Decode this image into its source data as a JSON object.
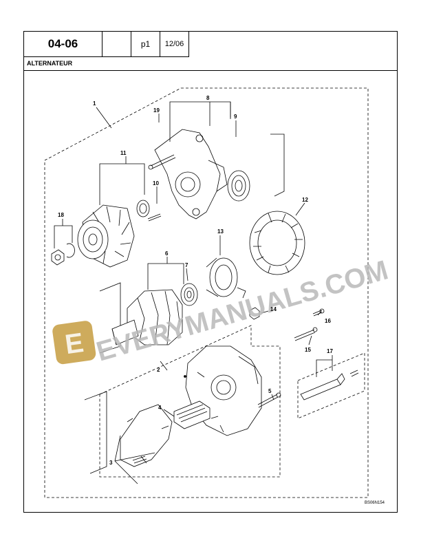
{
  "header": {
    "section": "04-06",
    "blank": "",
    "page": "p1",
    "date": "12/06"
  },
  "title": "ALTERNATEUR",
  "figure": {
    "callouts": [
      "1",
      "2",
      "3",
      "4",
      "5",
      "6",
      "7",
      "8",
      "9",
      "10",
      "11",
      "12",
      "13",
      "14",
      "15",
      "16",
      "17",
      "18",
      "19"
    ],
    "reference": "BS06N154",
    "watermark": "EVERYMANUALS.COM",
    "watermark_icon_letter": "E"
  },
  "colors": {
    "line": "#000000",
    "watermark_gold": "#c9a24a",
    "watermark_gray": "#b9b9b9"
  }
}
